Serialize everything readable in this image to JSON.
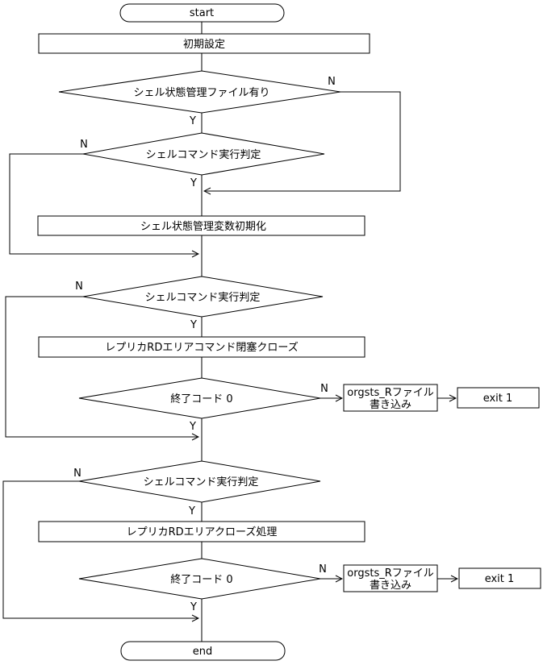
{
  "colors": {
    "background": "#ffffff",
    "line": "#000000",
    "text": "#000000"
  },
  "flowchart": {
    "start_label": "start",
    "end_label": "end",
    "process_init": "初期設定",
    "decision_state_file": "シェル状態管理ファイル有り",
    "decision_shell_cmd": "シェルコマンド実行判定",
    "process_state_var_init": "シェル状態管理変数初期化",
    "process_replica_rd_cmd_close": "レプリカRDエリアコマンド閉塞クローズ",
    "decision_exit_code": "終了コード 0",
    "io_orgsts_line1": "orgsts_Rファイル",
    "io_orgsts_line2": "書き込み",
    "process_exit1": "exit 1",
    "process_replica_rd_close": "レプリカRDエリアクローズ処理",
    "label_yes": "Y",
    "label_no": "N"
  }
}
